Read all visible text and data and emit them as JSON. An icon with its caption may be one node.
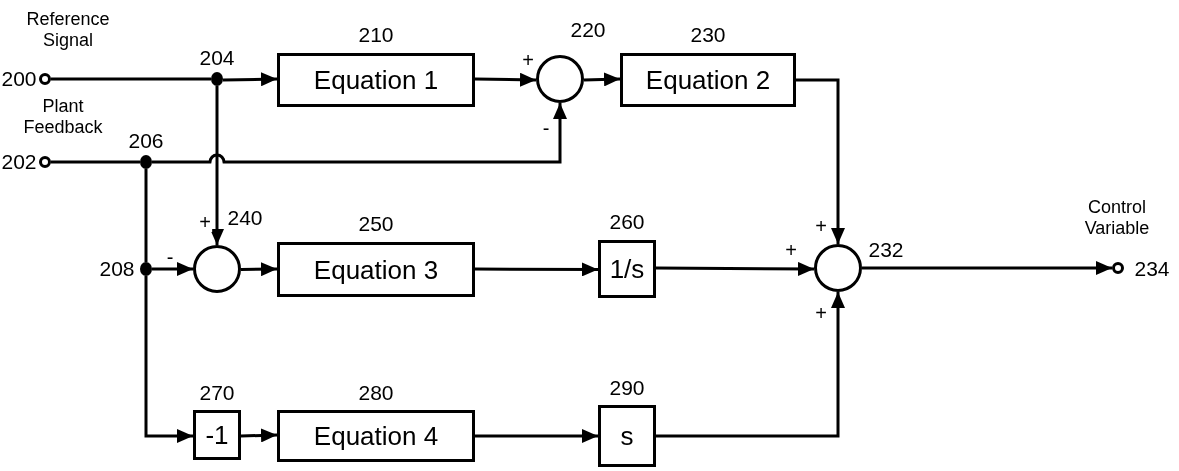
{
  "diagram": {
    "nodes": [
      {
        "text": [],
        "shape": "circle",
        "beside": [
          "200",
          "Reference Signal"
        ]
      },
      {
        "text": [],
        "shape": "circle",
        "beside": [
          "202",
          "Plant Feedback"
        ]
      },
      {
        "text": [],
        "shape": "circle",
        "beside": [
          "204"
        ]
      },
      {
        "text": [],
        "shape": "circle",
        "beside": [
          "206"
        ]
      },
      {
        "text": [],
        "shape": "circle",
        "beside": [
          "208"
        ]
      },
      {
        "text": [
          "Equation 1"
        ],
        "beside": [
          "210"
        ]
      },
      {
        "text": [],
        "shape": "circle",
        "beside": [
          "220"
        ]
      },
      {
        "text": [
          "Equation 2"
        ],
        "beside": [
          "230"
        ]
      },
      {
        "text": [],
        "shape": "circle",
        "beside": [
          "240"
        ]
      },
      {
        "text": [
          "Equation 3"
        ],
        "beside": [
          "250"
        ]
      },
      {
        "text": [
          "1/s"
        ],
        "beside": [
          "260"
        ]
      },
      {
        "text": [],
        "shape": "circle",
        "beside": [
          "232"
        ]
      },
      {
        "text": [],
        "shape": "circle",
        "beside": [
          "Control Variable",
          "234"
        ]
      },
      {
        "text": [
          "-1"
        ],
        "beside": [
          "270"
        ]
      },
      {
        "text": [
          "Equation 4"
        ],
        "beside": [
          "280"
        ]
      },
      {
        "text": [
          "s"
        ],
        "beside": [
          "290"
        ]
      }
    ],
    "edges": [
      {
        "from": 0,
        "to": 2,
        "arrow": "none"
      },
      {
        "from": 2,
        "to": 5,
        "arrow": "to"
      },
      {
        "from": 5,
        "to": 6,
        "arrow": "to",
        "label": "+"
      },
      {
        "from": 1,
        "to": 3,
        "arrow": "none"
      },
      {
        "from": 3,
        "to": 6,
        "arrow": "to",
        "label": "-"
      },
      {
        "from": 2,
        "to": 8,
        "arrow": "to",
        "label": "+"
      },
      {
        "from": 3,
        "to": 4,
        "arrow": "none"
      },
      {
        "from": 4,
        "to": 8,
        "arrow": "to",
        "label": "-"
      },
      {
        "from": 4,
        "to": 13,
        "arrow": "to"
      },
      {
        "from": 6,
        "to": 7,
        "arrow": "to"
      },
      {
        "from": 7,
        "to": 11,
        "arrow": "to",
        "label": "+"
      },
      {
        "from": 8,
        "to": 9,
        "arrow": "to"
      },
      {
        "from": 9,
        "to": 10,
        "arrow": "to"
      },
      {
        "from": 10,
        "to": 11,
        "arrow": "to",
        "label": "+"
      },
      {
        "from": 13,
        "to": 14,
        "arrow": "to"
      },
      {
        "from": 14,
        "to": 15,
        "arrow": "to"
      },
      {
        "from": 15,
        "to": 11,
        "arrow": "to",
        "label": "+"
      },
      {
        "from": 11,
        "to": 12,
        "arrow": "to"
      }
    ]
  }
}
